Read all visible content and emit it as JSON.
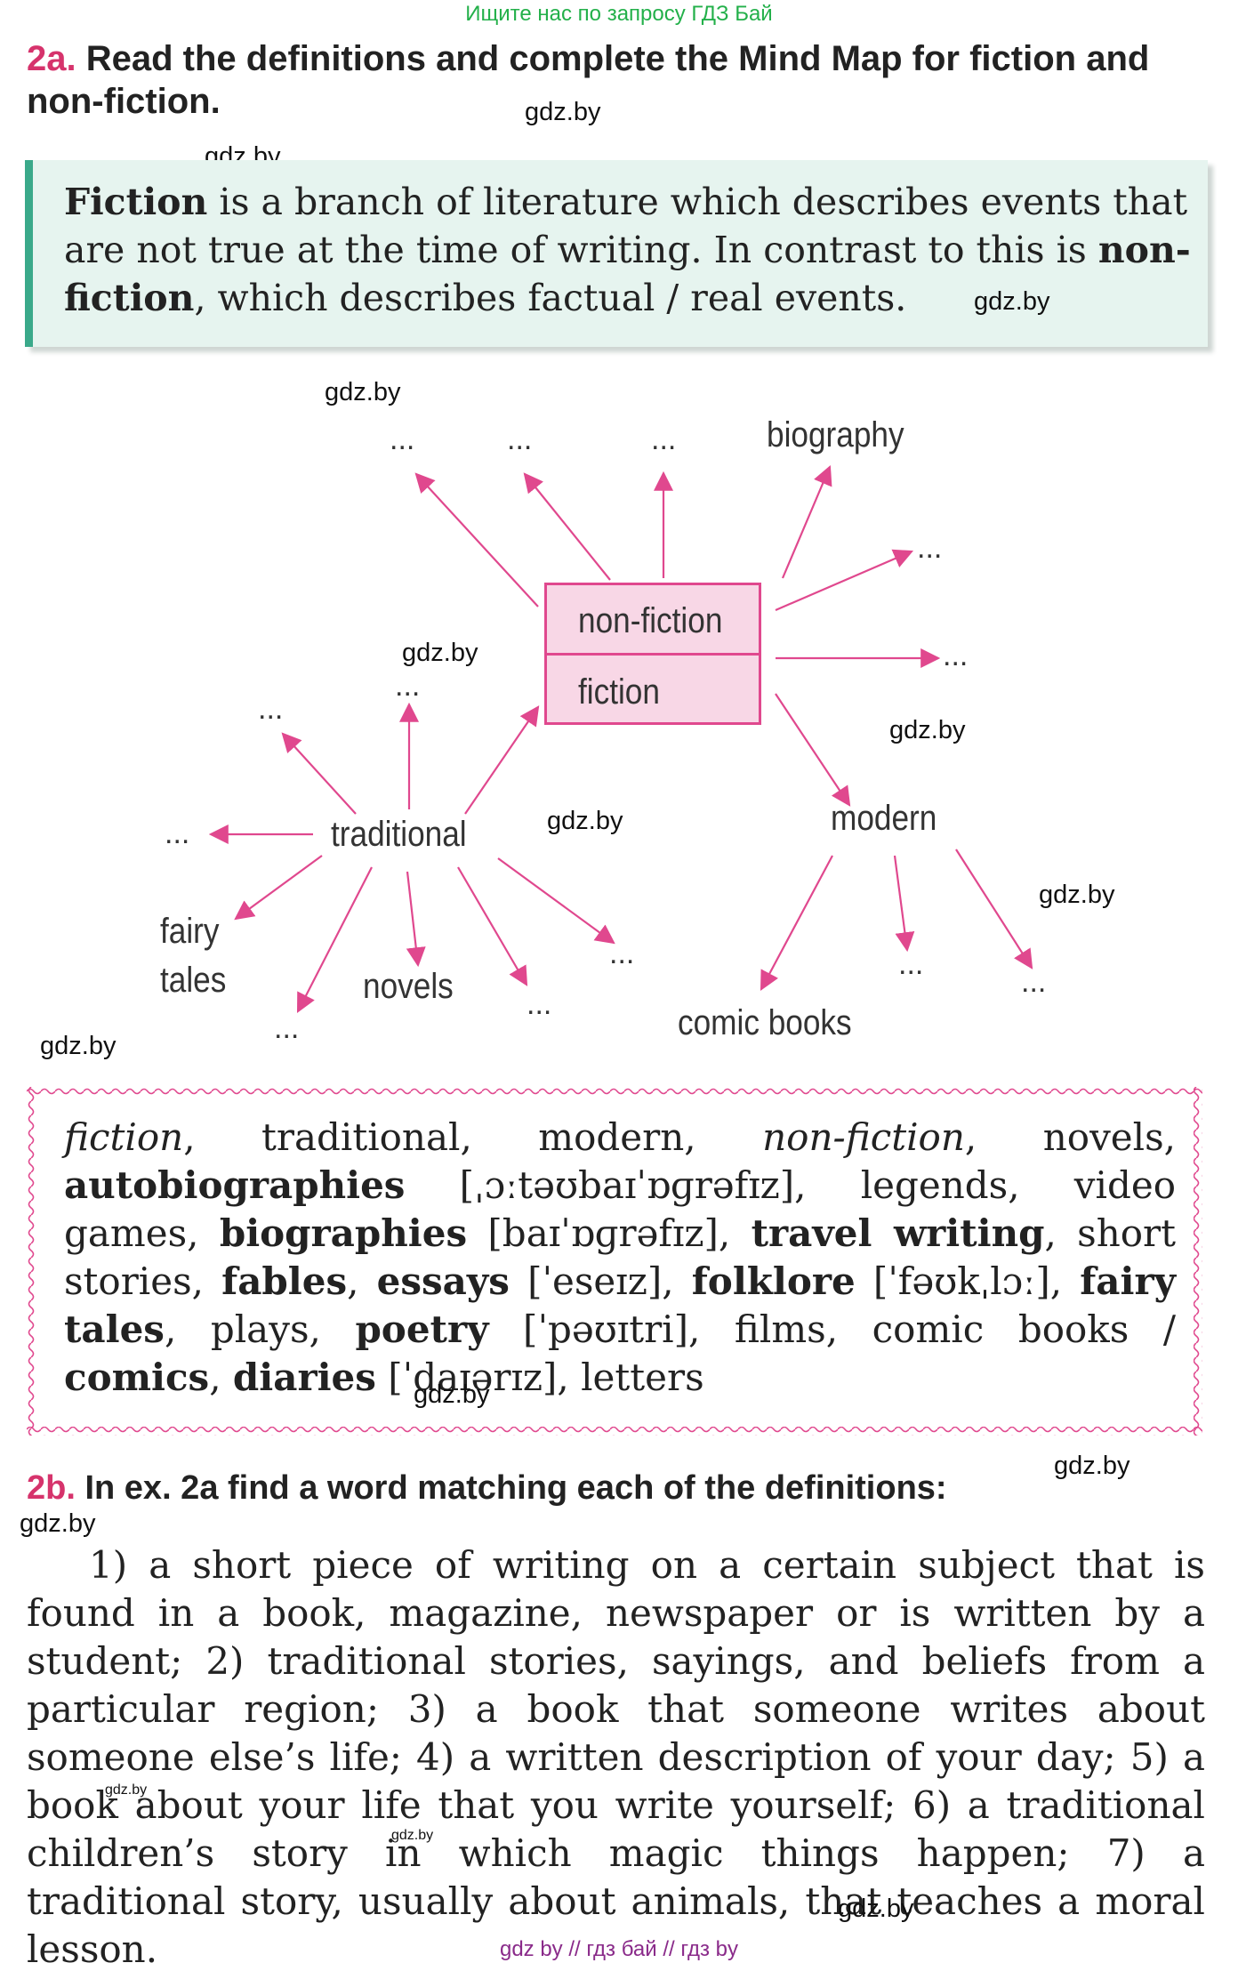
{
  "banner_top": "Ищите нас по запросу ГДЗ Бай",
  "banner_bottom": "gdz by  //  гдз бай  //  гдз by",
  "watermark": "gdz.by",
  "task_a": {
    "number": "2a.",
    "title": "Read the definitions and complete the Mind Map for fiction and non-fiction."
  },
  "definition": {
    "term1": "Fiction",
    "text1": " is a branch of literature which describes events that are not true at the time of writing. In contrast to this is ",
    "term2": "non-fiction",
    "text2": ", which describes factual / real events."
  },
  "mindmap": {
    "center_top": "non-fiction",
    "center_bottom": "fiction",
    "biography": "biography",
    "traditional": "traditional",
    "modern": "modern",
    "fairy_1": "fairy",
    "fairy_2": "tales",
    "novels": "novels",
    "comic_books": "comic books",
    "blank": "..."
  },
  "word_list": {
    "w1": "fiction",
    "w2": ", traditional, modern, ",
    "w3": "non-fiction",
    "w4": ", novels, ",
    "w5": "autobiographies",
    "w6": " [ˌɔːtəʊbaɪˈɒɡrəfɪz], legends, video games, ",
    "w7": "biographies",
    "w8": " [baɪˈɒɡrəfɪz], ",
    "w9": "travel writing",
    "w10": ", short stories, ",
    "w11": "fables",
    "w12": ", ",
    "w13": "essays",
    "w14": " [ˈeseɪz], ",
    "w15": "folklore",
    "w16": " [ˈfəʊkˌlɔː], ",
    "w17": "fairy tales",
    "w18": ", plays, ",
    "w19": "poetry",
    "w20": " [ˈpəʊɪtri], films, comic books / ",
    "w21": "comics",
    "w22": ", ",
    "w23": "diaries",
    "w24": " [ˈdaɪərɪz], letters"
  },
  "task_b": {
    "number": "2b.",
    "title": "In ex. 2a find a word matching each of the definitions:",
    "text": "1) a short piece of writing on a certain subject that is found in a book, magazine, newspaper or is written by a student; 2) traditional stories, sayings, and beliefs from a particular region; 3) a book that someone writes about someone else’s life; 4) a written description of your day; 5) a book about your life that you write yourself; 6) a traditional children’s story in which magic things happen; 7) a traditional story, usually about animals, that teaches a moral lesson."
  },
  "colors": {
    "accent_pink": "#e0488e",
    "box_green": "#e6f4ef",
    "banner_green": "#23b04a"
  }
}
